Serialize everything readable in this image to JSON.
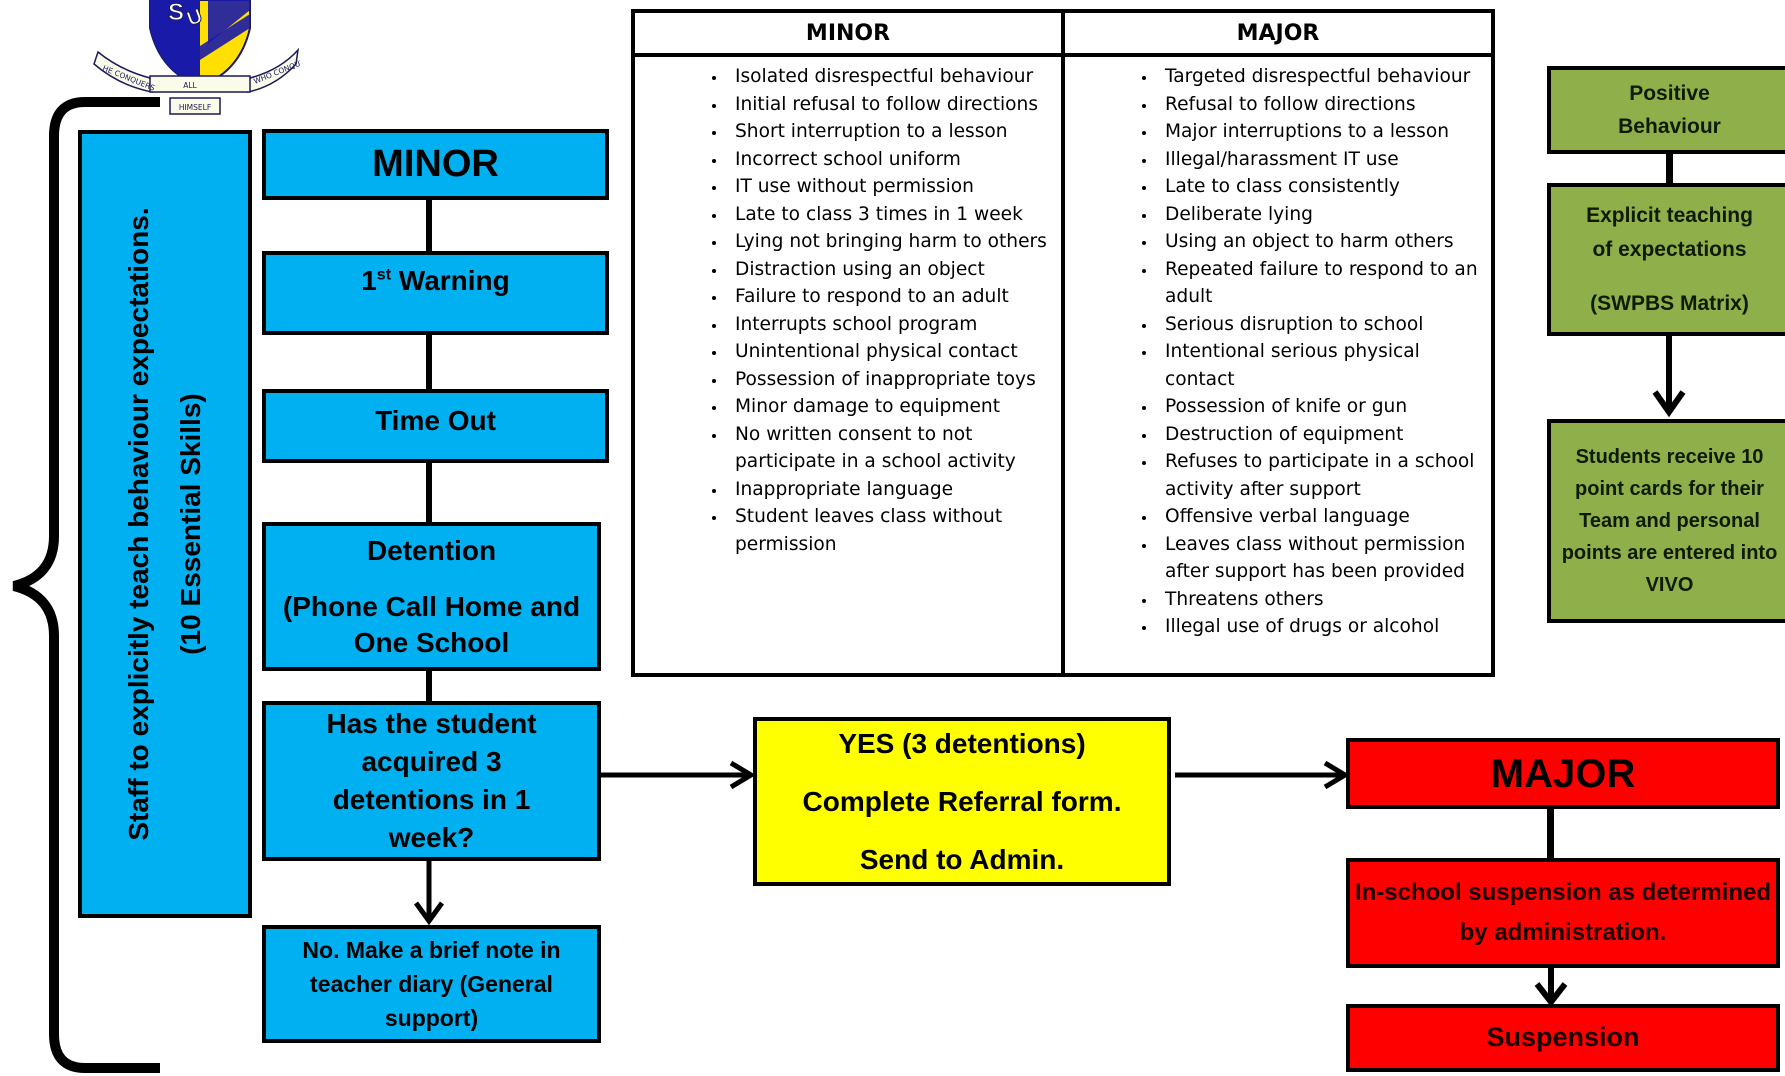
{
  "crest": {
    "letters": "SU",
    "motto": [
      "HE CONQUERS",
      "ALL",
      "WHO CONQUERS",
      "HIMSELF"
    ]
  },
  "sidebar": {
    "line1": "Staff to explicitly teach behaviour expectations.",
    "line2": "(10 Essential Skills)"
  },
  "flow": {
    "minor_title": "MINOR",
    "warning_main": "1",
    "warning_sup": "st",
    "warning_rest": " Warning",
    "time_out": "Time Out",
    "detention_title": "Detention",
    "detention_detail": "(Phone Call Home and One School",
    "question": "Has the student acquired 3 detentions in 1 week?",
    "no_answer": "No. Make a brief note in teacher diary (General support)",
    "yes_line1": "YES (3 detentions)",
    "yes_line2": "Complete Referral form.",
    "yes_line3": "Send to Admin.",
    "major_title": "MAJOR",
    "in_school": "In-school suspension as determined by administration.",
    "suspension": "Suspension"
  },
  "positive": {
    "title": "Positive Behaviour",
    "teaching": "Explicit teaching of expectations",
    "matrix": "(SWPBS Matrix)",
    "cards": "Students receive 10 point cards for their Team and personal points are entered into VIVO"
  },
  "table": {
    "headers": [
      "MINOR",
      "MAJOR"
    ],
    "minor_items": [
      "Isolated disrespectful behaviour",
      "Initial refusal to follow directions",
      "Short interruption to a lesson",
      "Incorrect school uniform",
      "IT use without permission",
      "Late to class 3 times in 1 week",
      "Lying not bringing harm to others",
      "Distraction using an object",
      "Failure to respond to an adult",
      "Interrupts school program",
      "Unintentional physical contact",
      "Possession of inappropriate toys",
      "Minor damage to equipment",
      "No written consent to not participate in a school activity",
      "Inappropriate language",
      "Student leaves class without permission"
    ],
    "major_items": [
      "Targeted disrespectful behaviour",
      "Refusal to follow directions",
      "Major interruptions to a lesson",
      "Illegal/harassment  IT use",
      "Late to class consistently",
      "Deliberate lying",
      "Using an object to harm others",
      "Repeated failure to respond to an adult",
      "Serious disruption to school",
      "Intentional serious  physical contact",
      "Possession of knife or gun",
      "Destruction of equipment",
      "Refuses to participate in a school activity after support",
      "Offensive verbal language",
      "Leaves class without permission after support has been provided",
      "Threatens others",
      "Illegal use of drugs or alcohol"
    ]
  },
  "colors": {
    "flow_blue": "#00b0f0",
    "referral_yellow": "#ffff00",
    "major_red": "#ff0000",
    "positive_green": "#8faf4a",
    "crest_blue": "#1a1aa8",
    "crest_yellow": "#ffe000"
  }
}
